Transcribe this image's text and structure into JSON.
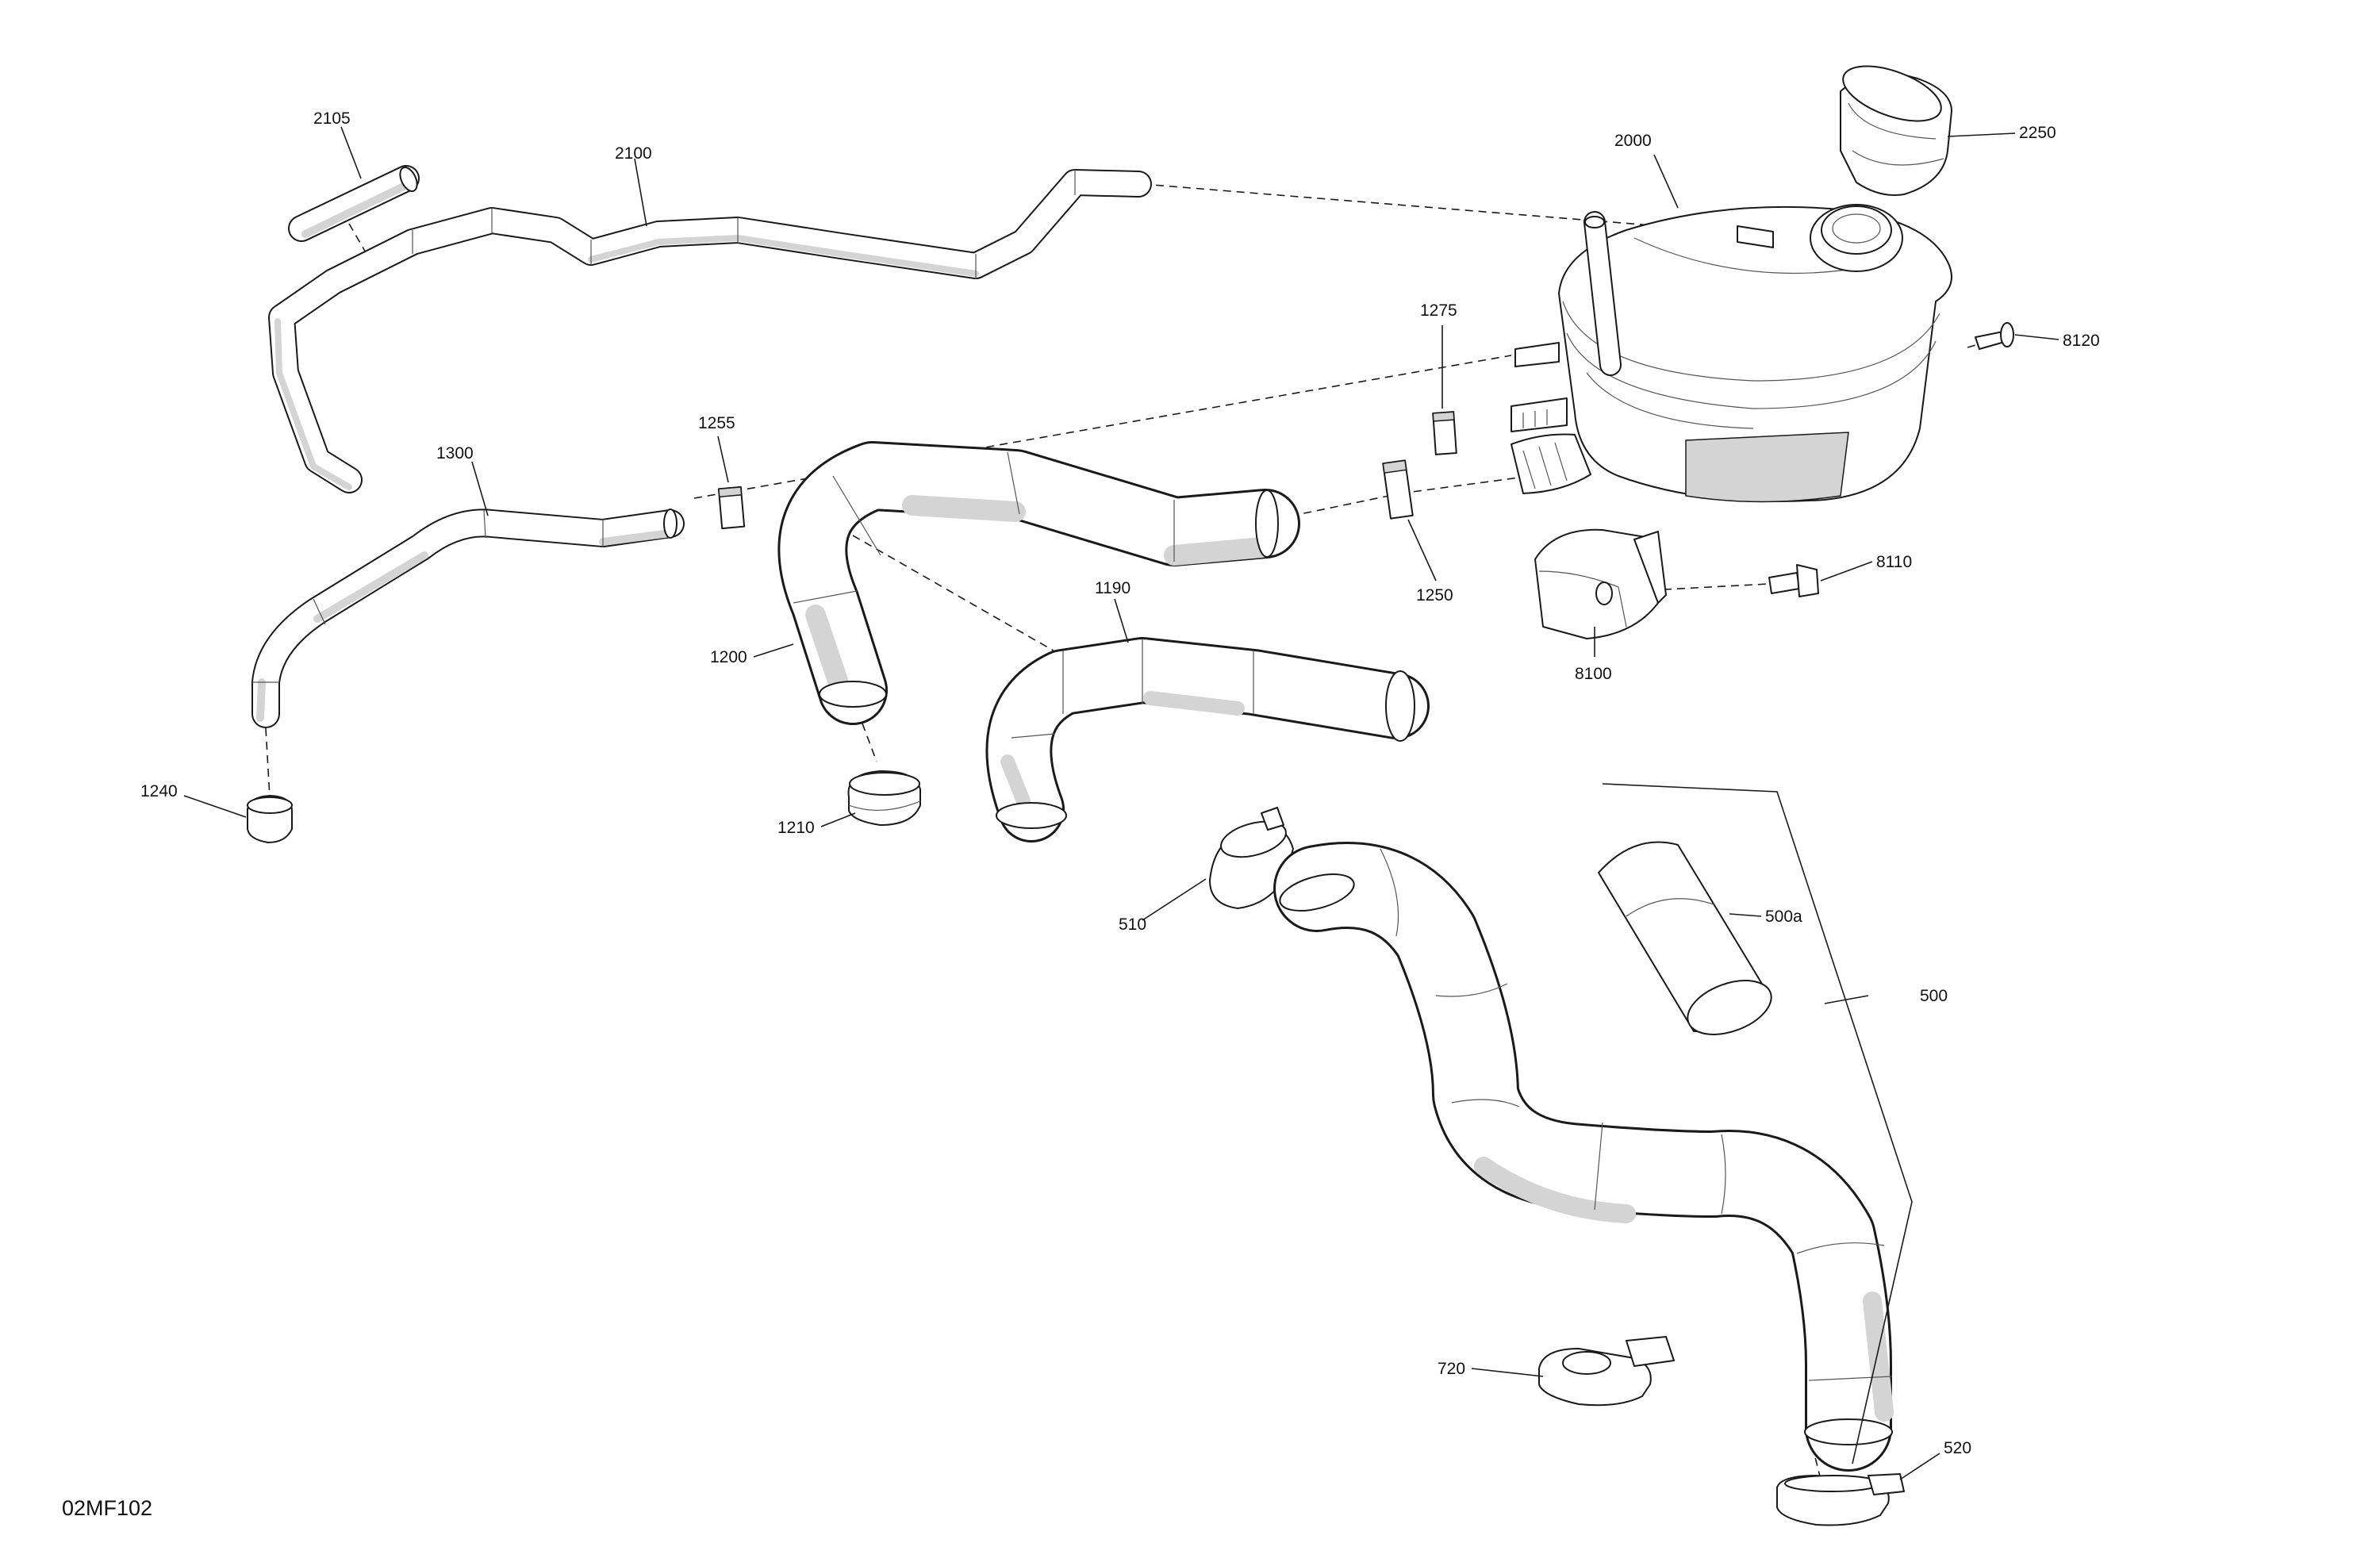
{
  "drawing_ref": "02MF102",
  "callouts": {
    "p2105": "2105",
    "p2100": "2100",
    "p2000": "2000",
    "p2250": "2250",
    "p8120": "8120",
    "p1275": "1275",
    "p1255": "1255",
    "p1300": "1300",
    "p1250": "1250",
    "p8110": "8110",
    "p8100": "8100",
    "p1190": "1190",
    "p1200": "1200",
    "p1240": "1240",
    "p1210": "1210",
    "p510": "510",
    "p500a": "500a",
    "p500": "500",
    "p720": "720",
    "p520": "520"
  },
  "colors": {
    "line": "#1a1a1a",
    "shading": "#d4d4d4",
    "background": "#ffffff"
  }
}
